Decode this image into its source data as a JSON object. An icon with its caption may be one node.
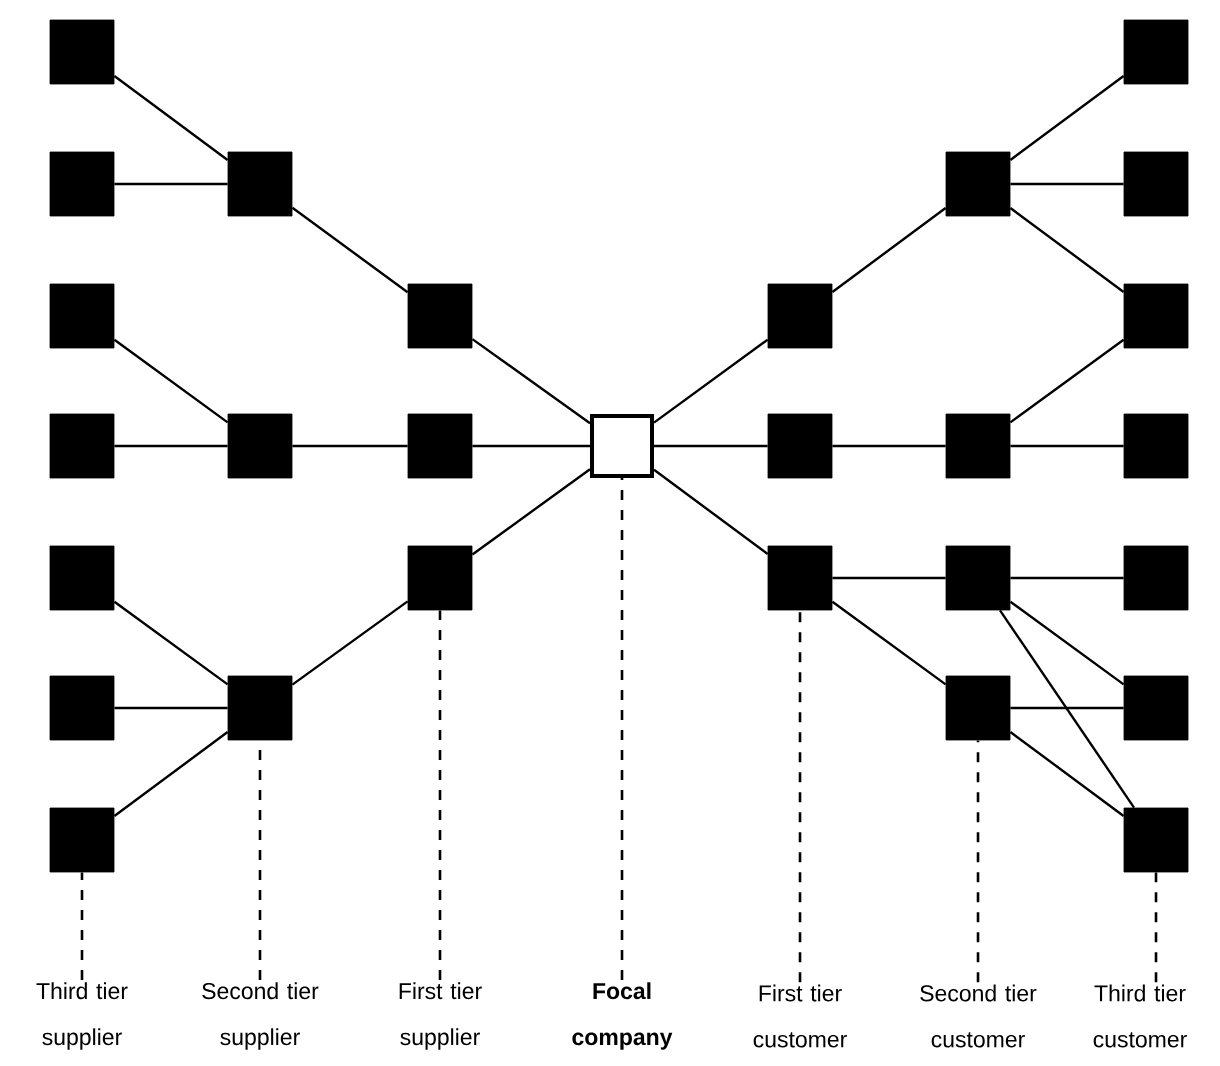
{
  "diagram": {
    "nodes": [
      {
        "text": [],
        "shape": "box"
      },
      {
        "text": [],
        "shape": "box"
      },
      {
        "text": [],
        "shape": "box"
      },
      {
        "text": [],
        "shape": "box"
      },
      {
        "text": [],
        "shape": "box"
      },
      {
        "text": [],
        "shape": "box"
      },
      {
        "text": [],
        "shape": "box"
      },
      {
        "text": [],
        "shape": "box"
      },
      {
        "text": [],
        "shape": "box"
      },
      {
        "text": [],
        "shape": "box"
      },
      {
        "text": [],
        "shape": "box"
      },
      {
        "text": [],
        "shape": "box"
      },
      {
        "text": [],
        "shape": "box"
      },
      {
        "text": [],
        "shape": "box"
      },
      {
        "text": [],
        "shape": "box"
      },
      {
        "text": [],
        "shape": "box"
      },
      {
        "text": [],
        "shape": "box"
      },
      {
        "text": [],
        "shape": "box"
      },
      {
        "text": [],
        "shape": "box"
      },
      {
        "text": [],
        "shape": "box"
      },
      {
        "text": [],
        "shape": "box"
      },
      {
        "text": [],
        "shape": "box"
      },
      {
        "text": [],
        "shape": "box"
      },
      {
        "text": [],
        "shape": "box"
      },
      {
        "text": [],
        "shape": "box"
      },
      {
        "text": [],
        "shape": "box"
      },
      {
        "text": [],
        "shape": "box"
      },
      {
        "text": [],
        "shape": "box"
      },
      {
        "text": [
          "Third tier supplier"
        ]
      },
      {
        "text": [
          "Second tier supplier"
        ]
      },
      {
        "text": [
          "First tier supplier"
        ]
      },
      {
        "text": [
          "Focal company"
        ]
      },
      {
        "text": [
          "First tier customer"
        ]
      },
      {
        "text": [
          "Second tier customer"
        ]
      },
      {
        "text": [
          "Third tier customer"
        ]
      }
    ],
    "edges": [
      {
        "from": 0,
        "to": 7,
        "arrow": "none"
      },
      {
        "from": 1,
        "to": 7,
        "arrow": "none"
      },
      {
        "from": 2,
        "to": 8,
        "arrow": "none"
      },
      {
        "from": 3,
        "to": 8,
        "arrow": "none"
      },
      {
        "from": 4,
        "to": 9,
        "arrow": "none"
      },
      {
        "from": 5,
        "to": 9,
        "arrow": "none"
      },
      {
        "from": 6,
        "to": 9,
        "arrow": "none"
      },
      {
        "from": 7,
        "to": 10,
        "arrow": "none"
      },
      {
        "from": 8,
        "to": 11,
        "arrow": "none"
      },
      {
        "from": 9,
        "to": 12,
        "arrow": "none"
      },
      {
        "from": 10,
        "to": 13,
        "arrow": "none"
      },
      {
        "from": 11,
        "to": 13,
        "arrow": "none"
      },
      {
        "from": 12,
        "to": 13,
        "arrow": "none"
      },
      {
        "from": 13,
        "to": 14,
        "arrow": "none"
      },
      {
        "from": 13,
        "to": 15,
        "arrow": "none"
      },
      {
        "from": 13,
        "to": 16,
        "arrow": "none"
      },
      {
        "from": 14,
        "to": 17,
        "arrow": "none"
      },
      {
        "from": 15,
        "to": 18,
        "arrow": "none"
      },
      {
        "from": 16,
        "to": 19,
        "arrow": "none"
      },
      {
        "from": 16,
        "to": 20,
        "arrow": "none"
      },
      {
        "from": 17,
        "to": 21,
        "arrow": "none"
      },
      {
        "from": 17,
        "to": 22,
        "arrow": "none"
      },
      {
        "from": 17,
        "to": 23,
        "arrow": "none"
      },
      {
        "from": 18,
        "to": 23,
        "arrow": "none"
      },
      {
        "from": 18,
        "to": 24,
        "arrow": "none"
      },
      {
        "from": 19,
        "to": 25,
        "arrow": "none"
      },
      {
        "from": 19,
        "to": 26,
        "arrow": "none"
      },
      {
        "from": 19,
        "to": 27,
        "arrow": "none"
      },
      {
        "from": 20,
        "to": 26,
        "arrow": "none"
      },
      {
        "from": 20,
        "to": 27,
        "arrow": "none"
      },
      {
        "from": 28,
        "to": 6,
        "arrow": "none",
        "style": "dashed"
      },
      {
        "from": 29,
        "to": 9,
        "arrow": "none",
        "style": "dashed"
      },
      {
        "from": 30,
        "to": 12,
        "arrow": "none",
        "style": "dashed"
      },
      {
        "from": 31,
        "to": 13,
        "arrow": "none",
        "style": "dashed"
      },
      {
        "from": 32,
        "to": 16,
        "arrow": "none",
        "style": "dashed"
      },
      {
        "from": 33,
        "to": 20,
        "arrow": "none",
        "style": "dashed"
      },
      {
        "from": 34,
        "to": 27,
        "arrow": "none",
        "style": "dashed"
      }
    ]
  }
}
